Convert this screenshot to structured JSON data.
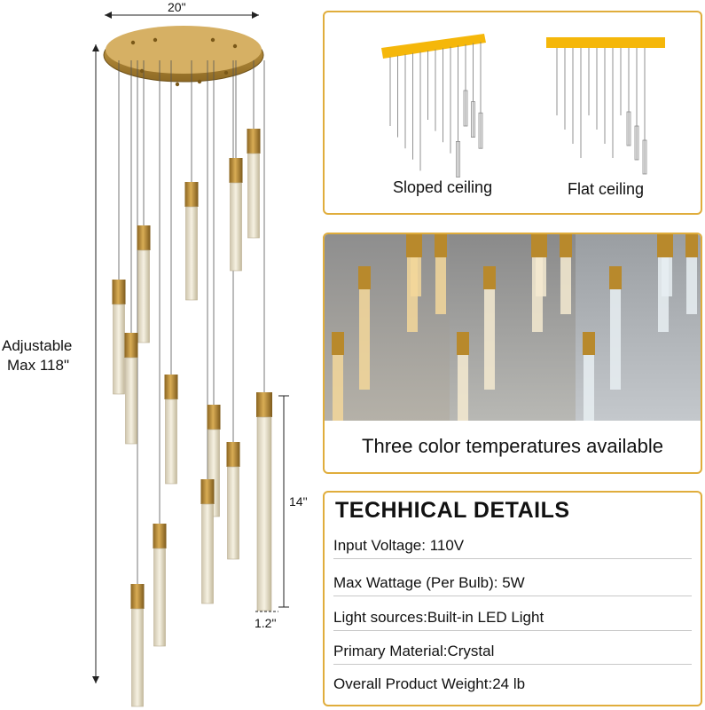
{
  "dimensions": {
    "width_label": "20\"",
    "height_label_line1": "Adjustable",
    "height_label_line2": "Max 118\"",
    "tube_length_label": "14\"",
    "tube_width_label": "1.2\""
  },
  "ceiling_panel": {
    "sloped_label": "Sloped ceiling",
    "flat_label": "Flat ceiling"
  },
  "temperature_panel": {
    "caption": "Three color temperatures available"
  },
  "tech_details": {
    "title": "TECHHICAL DETAILS",
    "rows": [
      "Input Voltage: 110V",
      "Max Wattage (Per Bulb): 5W",
      "Light sources:Built-in LED Light",
      "Primary Material:Crystal",
      "Overall Product Weight:24 lb"
    ]
  },
  "colors": {
    "accent_gold": "#e0ad3c",
    "brass": "#b88a2e",
    "crystal": "#e9e3d2"
  }
}
